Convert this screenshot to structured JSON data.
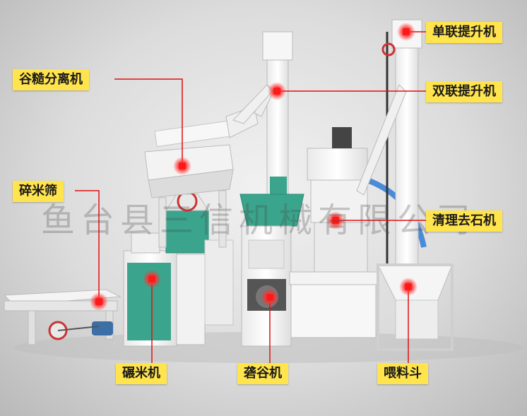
{
  "watermark": "鱼台县三信机械有限公司",
  "labels": {
    "husk_separator": "谷糙分离机",
    "broken_rice_sieve": "碎米筛",
    "single_elevator": "单联提升机",
    "double_elevator": "双联提升机",
    "destoner": "清理去石机",
    "rice_mill": "碾米机",
    "husker": "砻谷机",
    "feed_hopper": "喂料斗"
  },
  "colors": {
    "label_bg": "#ffe44d",
    "leader_line": "#e01010",
    "marker": "#ff2020",
    "accent_teal": "#3aa58c"
  }
}
